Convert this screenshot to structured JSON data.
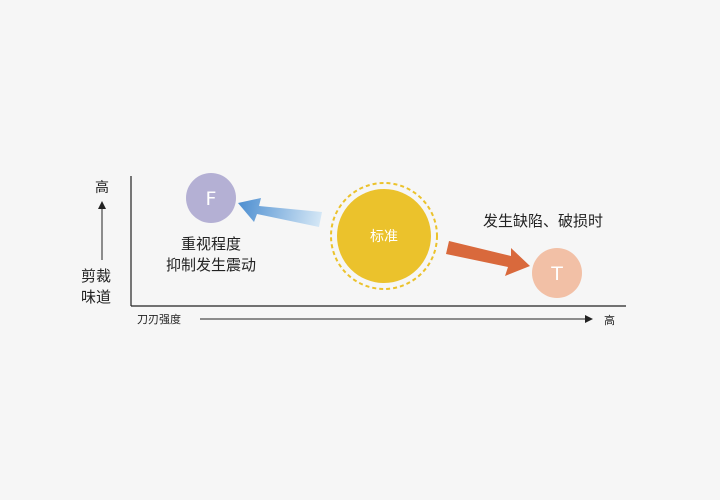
{
  "axes": {
    "y_axis": {
      "label_lines": [
        "剪裁",
        "味道"
      ],
      "high_label": "高"
    },
    "x_axis": {
      "label": "刀刃强度",
      "high_label": "高"
    }
  },
  "nodes": {
    "standard": {
      "label": "标准",
      "color": "#ebc22c",
      "ring_color": "#ebc22c"
    },
    "f": {
      "label": "F",
      "color": "#b4b0d4",
      "caption_lines": [
        "重视程度",
        "抑制发生震动"
      ]
    },
    "t": {
      "label": "T",
      "color": "#f2c0a6",
      "caption": "发生缺陷、破损时"
    }
  },
  "arrows": {
    "to_f": {
      "color_start": "#4d8ed0",
      "color_end": "#d6e8f6"
    },
    "to_t": {
      "color": "#d9693c"
    }
  },
  "colors": {
    "axis": "#222222",
    "text": "#222222",
    "background": "#f6f6f6"
  }
}
